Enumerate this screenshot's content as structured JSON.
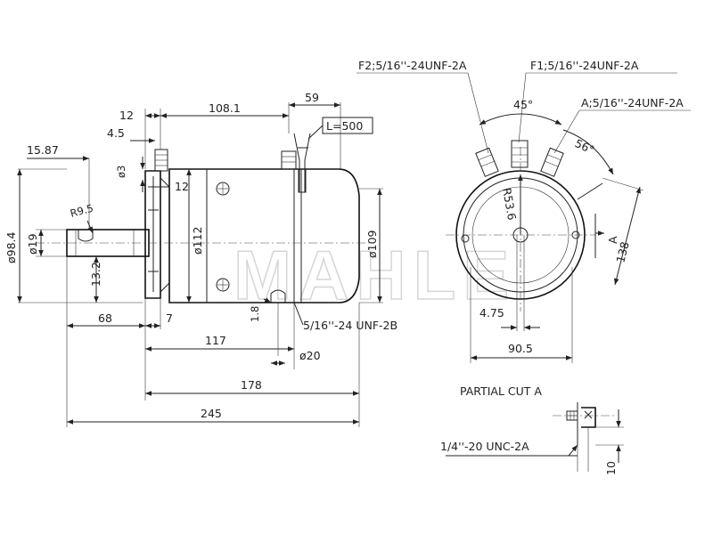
{
  "watermark": "MAHLE",
  "side_view": {
    "dims": {
      "d12_top": "12",
      "d108_1": "108.1",
      "d59": "59",
      "d4_5": "4.5",
      "d15_87": "15.87",
      "d3": "ø3",
      "d12_mid": "12",
      "dR9_5": "R9.5",
      "d98_4": "ø98.4",
      "d19": "ø19",
      "d13_2": "13.2",
      "d112": "ø112",
      "d109": "ø109",
      "d68": "68",
      "d7": "7",
      "d1_8": "1.8",
      "d117": "117",
      "d20": "ø20",
      "d178": "178",
      "d245": "245"
    },
    "cable_label": "L=500",
    "thread_bottom": "5/16''-24 UNF-2B"
  },
  "end_view": {
    "terminal_f2": "F2;5/16''-24UNF-2A",
    "terminal_f1": "F1;5/16''-24UNF-2A",
    "terminal_a": "A;5/16''-24UNF-2A",
    "angle_45": "45°",
    "angle_56": "56°",
    "radius": "R53.6",
    "d138": "138",
    "d4_75": "4.75",
    "d90_5": "90.5",
    "section_mark": "A"
  },
  "partial_cut": {
    "title": "PARTIAL CUT A",
    "thread": "1/4''-20 UNC-2A",
    "d10": "10"
  }
}
